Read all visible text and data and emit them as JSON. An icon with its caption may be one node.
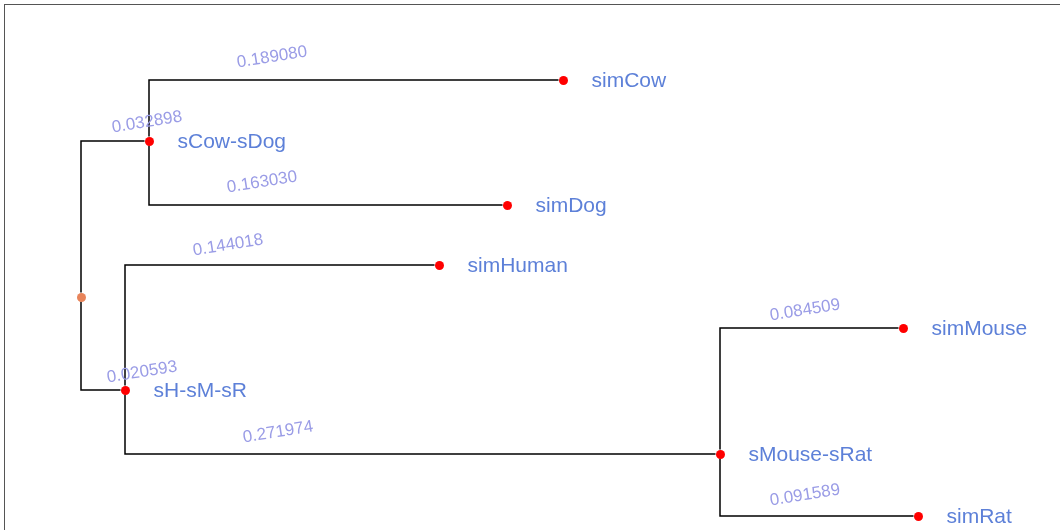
{
  "diagram": {
    "nodes": [
      {
        "text": [],
        "shape": "circle"
      },
      {
        "text": [
          "sCow-sDog"
        ]
      },
      {
        "text": [
          "simCow"
        ]
      },
      {
        "text": [
          "simDog"
        ]
      },
      {
        "text": [
          "sH-sM-sR"
        ]
      },
      {
        "text": [
          "simHuman"
        ]
      },
      {
        "text": [
          "sMouse-sRat"
        ]
      },
      {
        "text": [
          "simMouse"
        ]
      },
      {
        "text": [
          "simRat"
        ]
      }
    ],
    "edges": [
      {
        "from": 0,
        "to": 1,
        "arrow": "none",
        "label": "0.032898"
      },
      {
        "from": 0,
        "to": 4,
        "arrow": "none",
        "label": "0.020593"
      },
      {
        "from": 1,
        "to": 2,
        "arrow": "none",
        "label": "0.189080"
      },
      {
        "from": 1,
        "to": 3,
        "arrow": "none",
        "label": "0.163030"
      },
      {
        "from": 4,
        "to": 5,
        "arrow": "none",
        "label": "0.144018"
      },
      {
        "from": 4,
        "to": 6,
        "arrow": "none",
        "label": "0.271974"
      },
      {
        "from": 6,
        "to": 7,
        "arrow": "none",
        "label": "0.084509"
      },
      {
        "from": 6,
        "to": 8,
        "arrow": "none",
        "label": "0.091589"
      }
    ]
  }
}
